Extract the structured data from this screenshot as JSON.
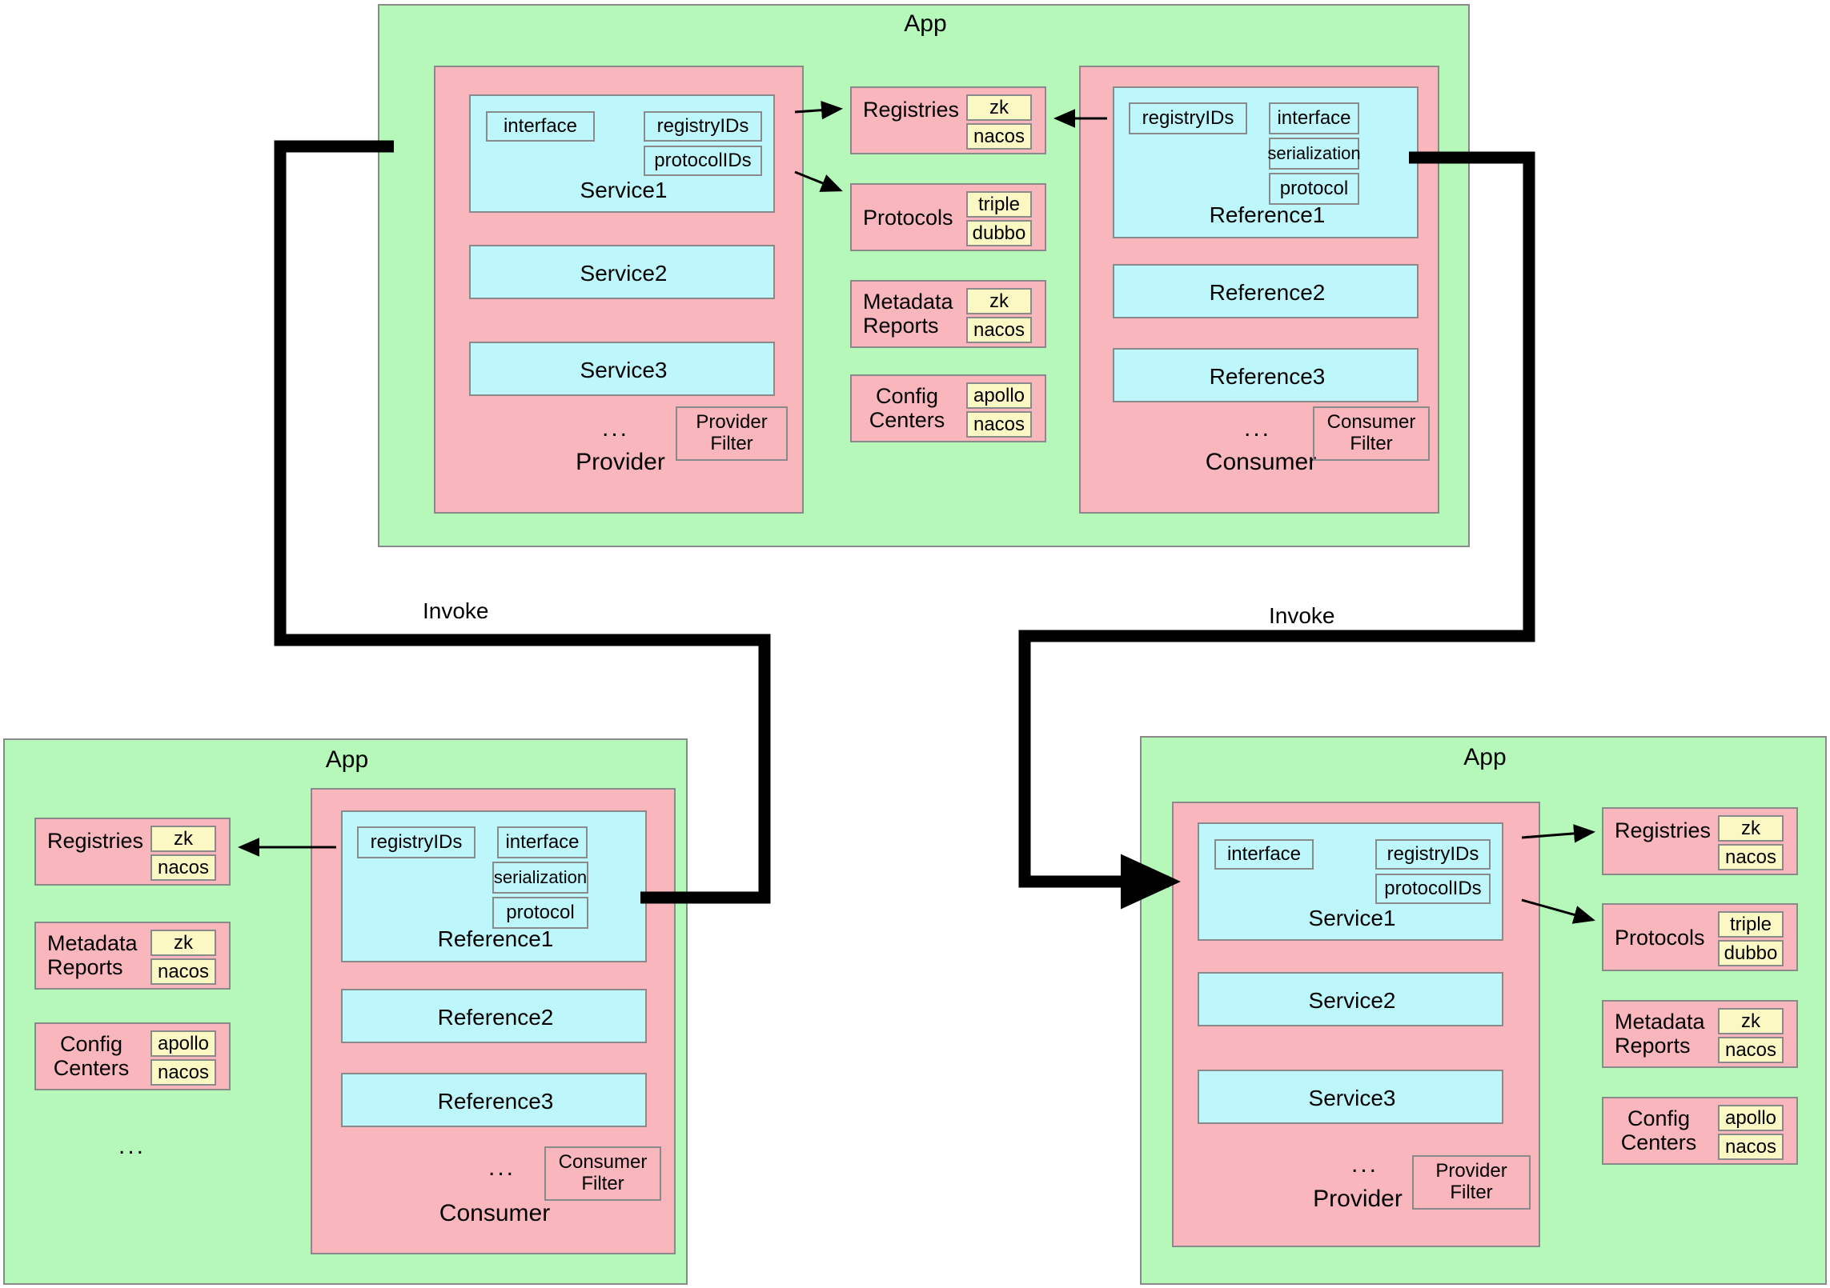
{
  "diagram": {
    "title": "Dubbo App / Provider / Consumer deployment topology",
    "colors": {
      "app_fill": "#b6f7ba",
      "role_fill": "#f9b6bd",
      "unit_fill": "#bdf7fc",
      "impl_fill": "#fcf8c4",
      "border": "#8a8a8a",
      "connector": "#000000"
    },
    "labels": {
      "app": "App",
      "provider": "Provider",
      "consumer": "Consumer",
      "invoke": "Invoke",
      "ellipsis": "...",
      "provider_filter": "Provider\nFilter",
      "consumer_filter": "Consumer\nFilter"
    },
    "attributes": {
      "interface": "interface",
      "registry_ids": "registryIDs",
      "protocol_ids": "protocolIDs",
      "serialization": "serialization",
      "protocol": "protocol"
    },
    "services": [
      "Service1",
      "Service2",
      "Service3"
    ],
    "references": [
      "Reference1",
      "Reference2",
      "Reference3"
    ],
    "infra": {
      "registries": {
        "label": "Registries",
        "impls": [
          "zk",
          "nacos"
        ]
      },
      "protocols": {
        "label": "Protocols",
        "impls": [
          "triple",
          "dubbo"
        ]
      },
      "metadata_reports": {
        "label": "Metadata\nReports",
        "impls": [
          "zk",
          "nacos"
        ]
      },
      "config_centers": {
        "label": "Config\nCenters",
        "impls": [
          "apollo",
          "nacos"
        ]
      }
    },
    "apps": [
      {
        "id": "top-app",
        "name": "App",
        "roles": [
          "Provider",
          "Consumer"
        ],
        "infra_order": [
          "Registries",
          "Protocols",
          "Metadata Reports",
          "Config Centers"
        ],
        "infra_position": "center"
      },
      {
        "id": "bottom-left-app",
        "name": "App",
        "roles": [
          "Consumer"
        ],
        "infra_order": [
          "Registries",
          "Metadata Reports",
          "Config Centers"
        ],
        "infra_position": "left",
        "has_trailing_ellipsis": true
      },
      {
        "id": "bottom-right-app",
        "name": "App",
        "roles": [
          "Provider"
        ],
        "infra_order": [
          "Registries",
          "Protocols",
          "Metadata Reports",
          "Config Centers"
        ],
        "infra_position": "right"
      }
    ],
    "connectors": [
      {
        "from": "top-Provider-Service1",
        "to": "top-Registries",
        "kind": "thin-arrow"
      },
      {
        "from": "top-Provider-Service1",
        "to": "top-Protocols",
        "kind": "thin-arrow"
      },
      {
        "from": "top-Consumer-Reference1",
        "to": "top-Registries",
        "kind": "thin-arrow"
      },
      {
        "from": "bottom-left-Consumer-Reference1",
        "to": "bottom-left-Registries",
        "kind": "thin-arrow"
      },
      {
        "from": "bottom-right-Provider-Service1",
        "to": "bottom-right-Registries",
        "kind": "thin-arrow"
      },
      {
        "from": "bottom-right-Provider-Service1",
        "to": "bottom-right-Protocols",
        "kind": "thin-arrow"
      },
      {
        "from": "top-Provider",
        "to": "bottom-left-Consumer-Reference1",
        "kind": "thick-invoke",
        "label": "Invoke"
      },
      {
        "from": "top-Consumer-Reference1",
        "to": "bottom-right-Provider-Service1",
        "kind": "thick-invoke",
        "label": "Invoke"
      }
    ]
  }
}
